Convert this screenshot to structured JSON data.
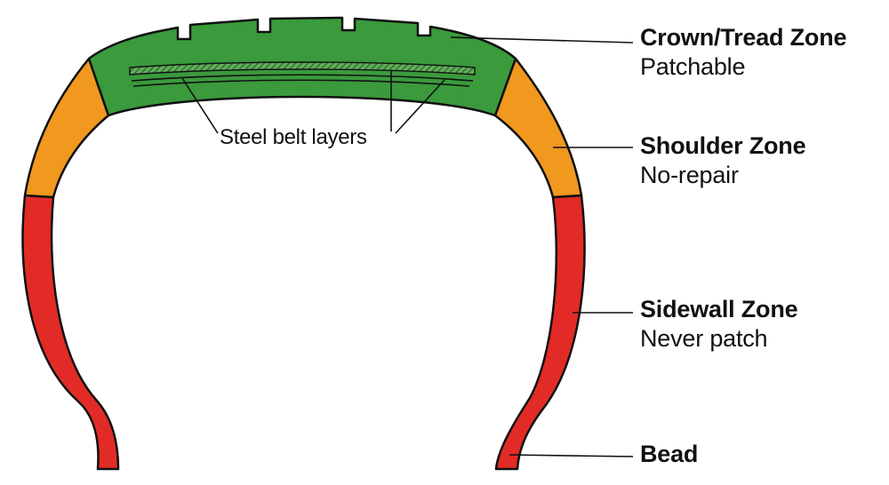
{
  "colors": {
    "crown": "#3a9a3c",
    "shoulder": "#f1981e",
    "sidewall": "#e22b27",
    "outline": "#111111"
  },
  "zones": [
    {
      "key": "crown",
      "name": "Crown/Tread Zone",
      "desc": "Patchable"
    },
    {
      "key": "shoulder",
      "name": "Shoulder Zone",
      "desc": "No-repair"
    },
    {
      "key": "sidewall",
      "name": "Sidewall Zone",
      "desc": "Never patch"
    },
    {
      "key": "bead",
      "name": "Bead",
      "desc": ""
    }
  ],
  "belt_label": "Steel belt layers"
}
